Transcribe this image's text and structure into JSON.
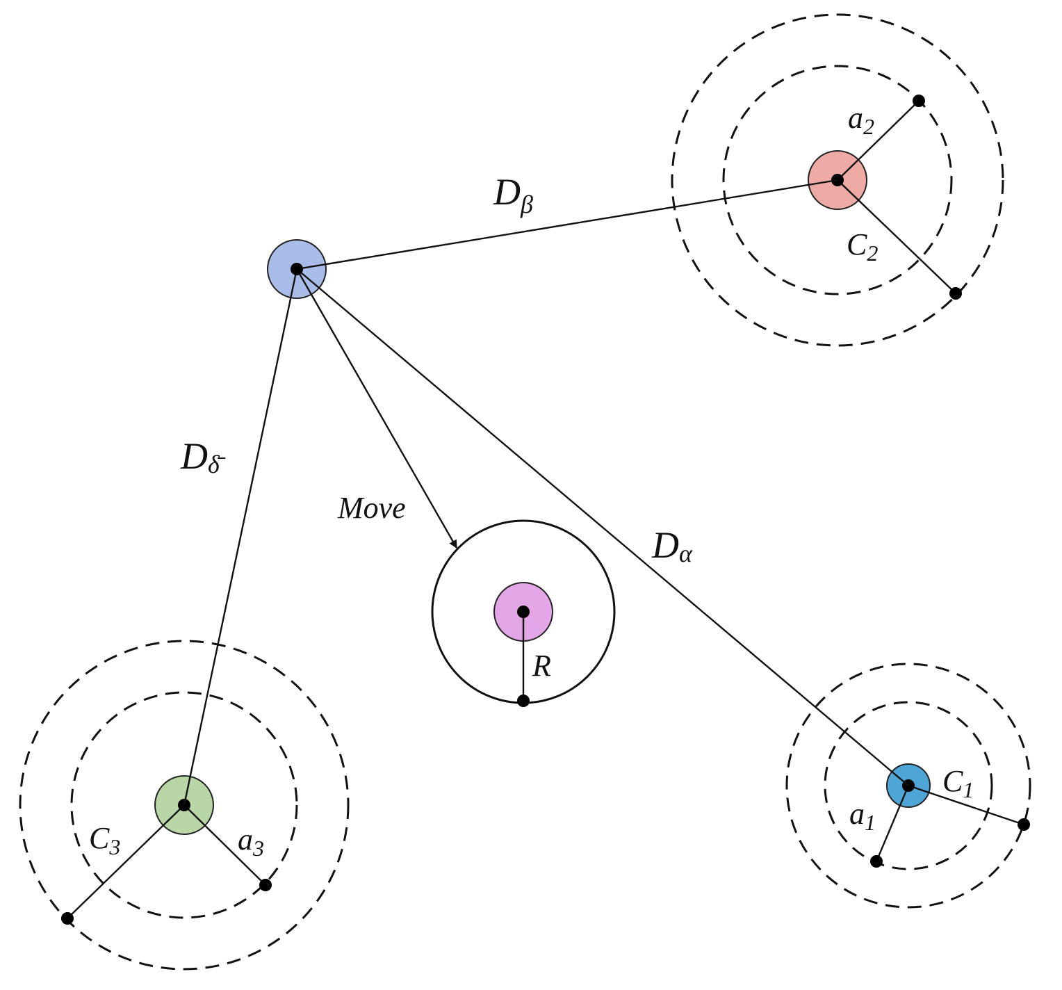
{
  "labels": {
    "d_beta": {
      "main": "D",
      "sub": "β"
    },
    "d_alpha": {
      "main": "D",
      "sub": "α"
    },
    "d_delta": {
      "main": "D",
      "sub": "δ̄"
    },
    "move": "Move",
    "r": "R",
    "a2": {
      "main": "a",
      "sub": "2"
    },
    "c2": {
      "main": "C",
      "sub": "2"
    },
    "a1": {
      "main": "a",
      "sub": "1"
    },
    "c1": {
      "main": "C",
      "sub": "1"
    },
    "a3": {
      "main": "a",
      "sub": "3"
    },
    "c3": {
      "main": "C",
      "sub": "3"
    }
  },
  "colors": {
    "source_node": "#a9bde8",
    "red_node": "#eeaaa4",
    "blue_node": "#4fa6d6",
    "green_node": "#b9d7a6",
    "purple_node": "#e3a7e8"
  }
}
